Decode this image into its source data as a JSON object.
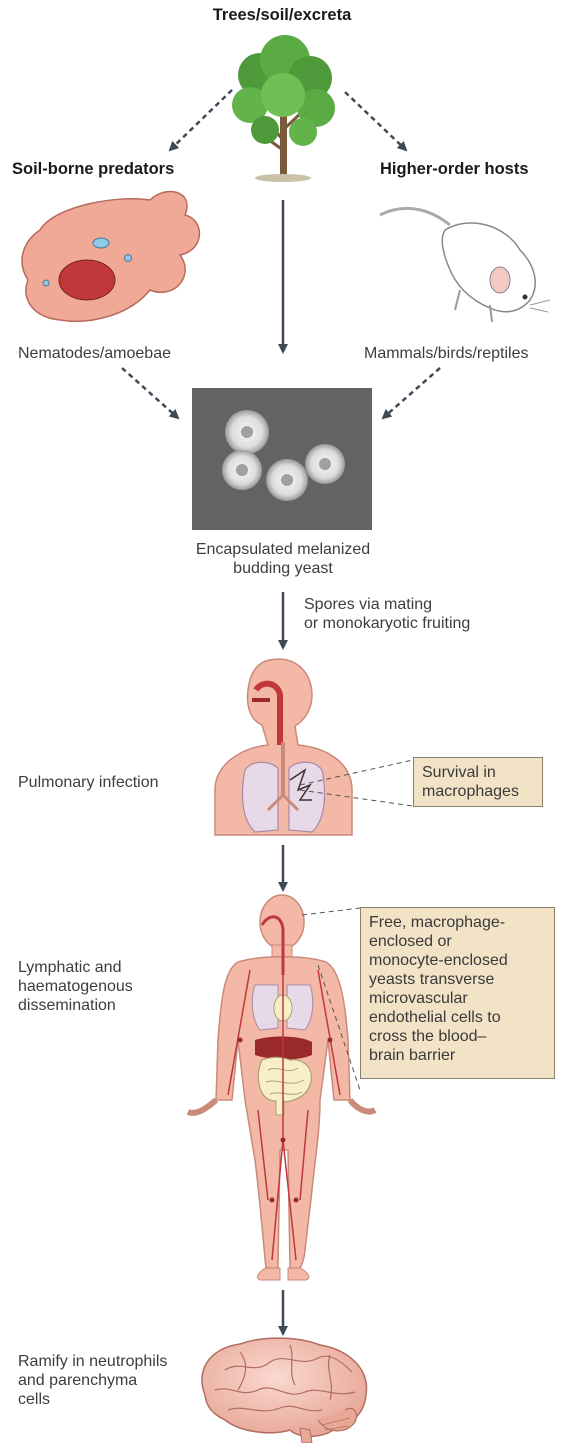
{
  "top": {
    "source": "Trees/soil/excreta",
    "left_header": "Soil-borne predators",
    "right_header": "Higher-order hosts",
    "left_caption": "Nematodes/amoebae",
    "right_caption": "Mammals/birds/reptiles"
  },
  "yeast": {
    "caption_line1": "Encapsulated melanized",
    "caption_line2": "budding yeast"
  },
  "spores": {
    "line1": "Spores via mating",
    "line2": "or monokaryotic fruiting"
  },
  "pulmonary": {
    "label": "Pulmonary infection",
    "box_line1": "Survival in",
    "box_line2": "macrophages"
  },
  "dissemination": {
    "label_line1": "Lymphatic and",
    "label_line2": "haematogenous",
    "label_line3": "dissemination",
    "box_lines": [
      "Free, macrophage-",
      "enclosed or",
      "monocyte-enclosed",
      "yeasts transverse",
      "microvascular",
      "endothelial cells to",
      "cross the blood–",
      "brain barrier"
    ]
  },
  "brain": {
    "label_line1": "Ramify in neutrophils",
    "label_line2": "and parenchyma",
    "label_line3": "cells"
  },
  "colors": {
    "arrow": "#3e4a58",
    "skin": "#f2b7a6",
    "box_fill": "#f3e3c6"
  }
}
